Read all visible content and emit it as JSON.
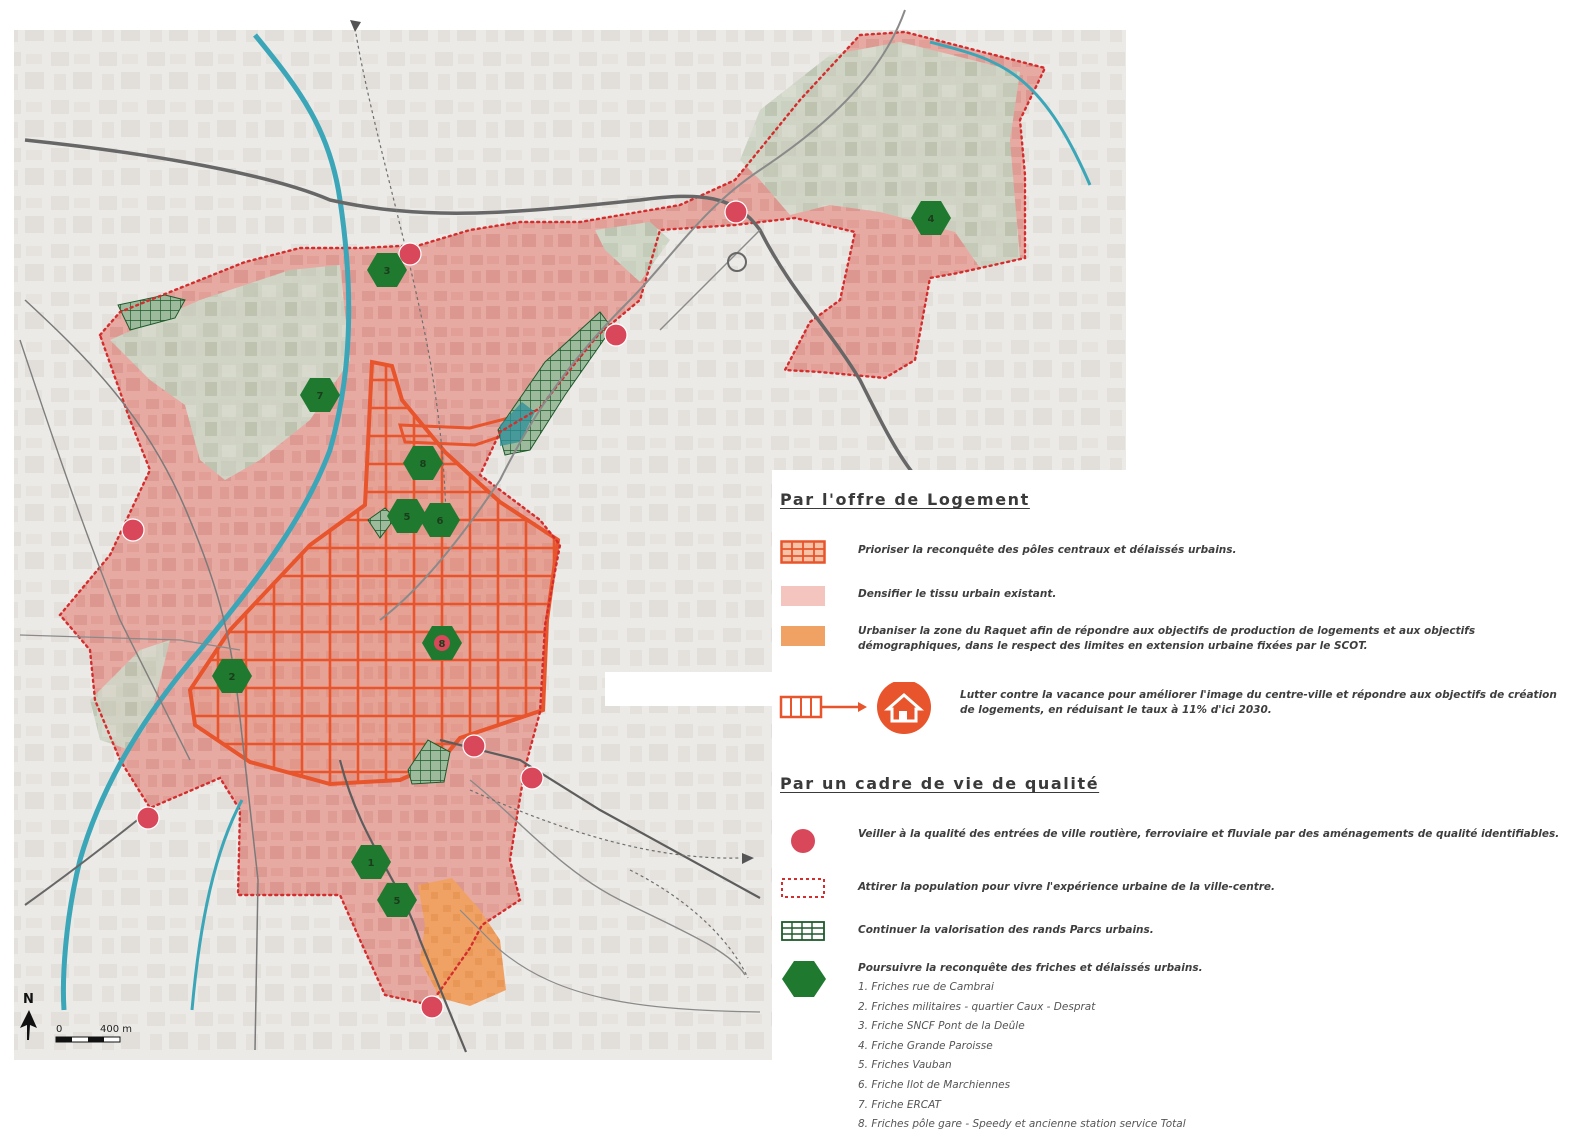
{
  "map": {
    "markers": [
      "1",
      "2",
      "3",
      "4",
      "5",
      "6",
      "7",
      "8"
    ],
    "north_label": "N",
    "scale": {
      "start": "0",
      "end": "400 m"
    },
    "icons": {
      "north": "north-arrow-icon",
      "gate": "city-entrance-dot-icon",
      "friche": "hexagon-icon",
      "park": "hatched-park-icon",
      "house": "house-vacancy-icon"
    }
  },
  "legend": {
    "section1_title": "Par l'offre de Logement",
    "section2_title": "Par un cadre de vie de qualité",
    "items": [
      {
        "text": "Prioriser la reconquête des pôles centraux et délaissés urbains."
      },
      {
        "text": "Densifier le tissu urbain existant."
      },
      {
        "text": "Urbaniser la zone du Raquet afin de répondre aux objectifs de production de logements et aux objectifs démographiques, dans le respect des limites en extension urbaine fixées par le SCOT."
      },
      {
        "text": "Lutter contre la vacance pour améliorer l'image du centre-ville et répondre aux objectifs de création de logements, en réduisant le taux à 11% d'ici 2030."
      },
      {
        "text": "Veiller à la qualité des entrées de ville routière, ferroviaire et fluviale par des aménagements de qualité identifiables."
      },
      {
        "text": "Attirer la population pour vivre l'expérience urbaine de la ville-centre."
      },
      {
        "text": "Continuer la valorisation des rands Parcs urbains."
      },
      {
        "text": "Poursuivre la reconquête des friches et délaissés urbains."
      }
    ],
    "friches": [
      "1. Friches rue de Cambrai",
      "2. Friches militaires - quartier Caux - Desprat",
      "3. Friche SNCF Pont de la Deûle",
      "4. Friche Grande Paroisse",
      "5. Friches Vauban",
      "6. Friche Ilot de Marchiennes",
      "7. Friche ERCAT",
      "8. Friches pôle gare - Speedy et ancienne station service Total"
    ]
  },
  "colors": {
    "urban_pink": "#e9aaa4",
    "orange_grid": "#e8542b",
    "green_hex": "#1f7a30",
    "red_dot": "#d9475a",
    "river": "#3aa6b8",
    "road": "#6b6b6b",
    "raquet": "#f0a265",
    "densify": "#f4c4bf"
  }
}
